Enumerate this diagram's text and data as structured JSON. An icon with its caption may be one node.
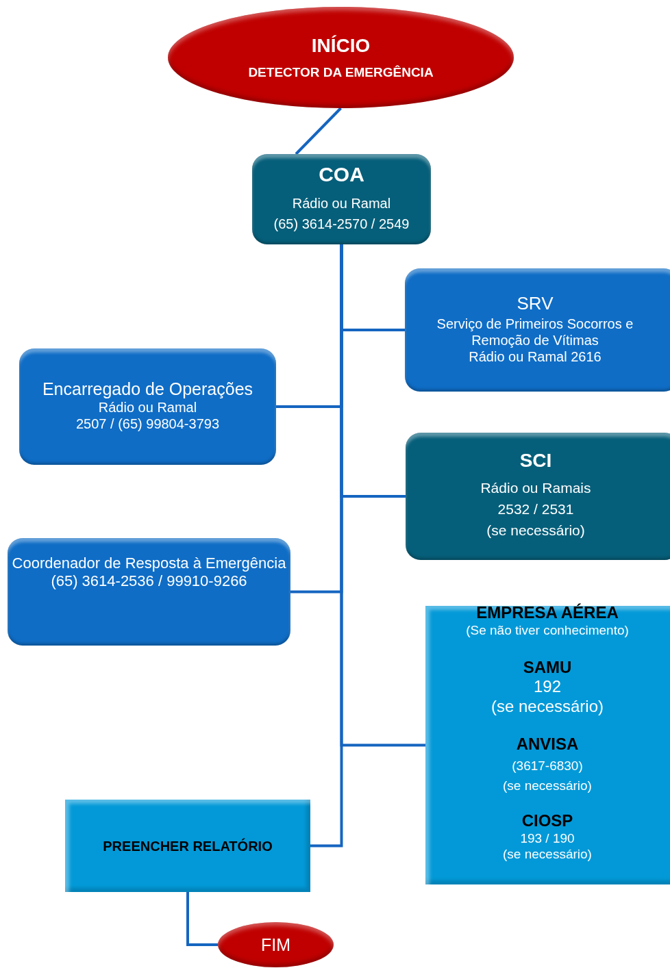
{
  "diagram": {
    "nodes": [
      {
        "text": [
          "INÍCIO",
          "DETECTOR DA EMERGÊNCIA"
        ]
      },
      {
        "text": [
          "COA",
          "Rádio ou Ramal",
          "(65) 3614-2570 / 2549"
        ]
      },
      {
        "text": [
          "SRV",
          "Serviço de Primeiros Socorros e Remoção de Vítimas",
          "Rádio ou Ramal 2616"
        ]
      },
      {
        "text": [
          "Encarregado de Operações",
          "Rádio ou Ramal",
          "2507 / (65) 99804-3793"
        ]
      },
      {
        "text": [
          "SCI",
          "Rádio ou Ramais",
          "2532 / 2531",
          "(se necessário)"
        ]
      },
      {
        "text": [
          "Coordenador de Resposta à Emergência",
          "(65) 3614-2536 / 99910-9266"
        ]
      },
      {
        "text": [
          "EMPRESA AÉREA",
          "(Se não tiver conhecimento)",
          "SAMU",
          "192",
          "(se necessário)",
          "ANVISA",
          "(3617-6830)",
          "(se necessário)",
          "CIOSP",
          "193 / 190",
          "(se necessário)"
        ]
      },
      {
        "text": [
          "PREENCHER RELATÓRIO"
        ]
      },
      {
        "text": [
          "FIM"
        ]
      }
    ],
    "edges": [
      {
        "from": 0,
        "to": 1,
        "arrow": "none"
      },
      {
        "from": 1,
        "to": 2,
        "arrow": "none"
      },
      {
        "from": 1,
        "to": 3,
        "arrow": "none"
      },
      {
        "from": 1,
        "to": 4,
        "arrow": "none"
      },
      {
        "from": 1,
        "to": 5,
        "arrow": "none"
      },
      {
        "from": 1,
        "to": 6,
        "arrow": "none"
      },
      {
        "from": 1,
        "to": 7,
        "arrow": "none"
      },
      {
        "from": 7,
        "to": 8,
        "arrow": "none"
      }
    ]
  }
}
